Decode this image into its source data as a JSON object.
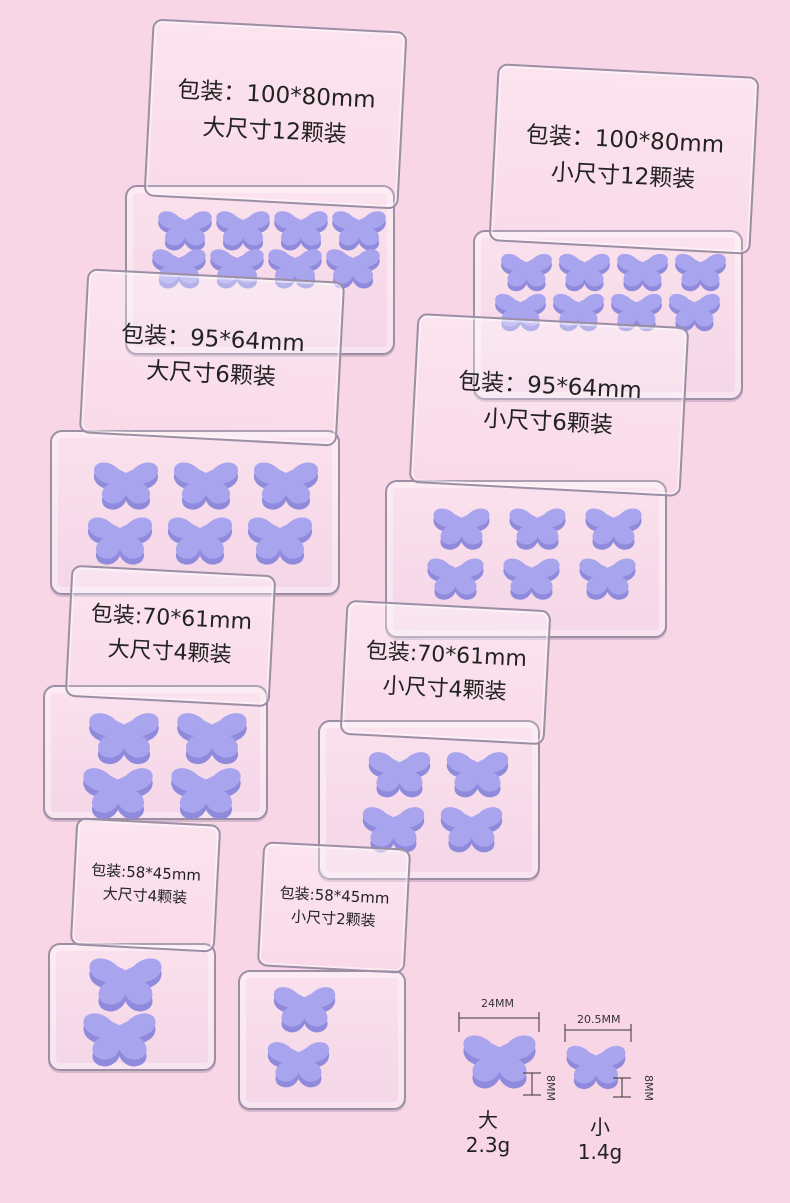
{
  "colors": {
    "background": "#f9d6e6",
    "butterfly": "#a9a4ee",
    "butterfly_shade": "#8f8adc",
    "case_edge": "#9c8fa4"
  },
  "packages": [
    {
      "id": "lg12",
      "line1": "包装：100*80mm",
      "line2": "大尺寸12颗装"
    },
    {
      "id": "sm12",
      "line1": "包装：100*80mm",
      "line2": "小尺寸12颗装"
    },
    {
      "id": "lg6",
      "line1": "包装：95*64mm",
      "line2": "大尺寸6颗装"
    },
    {
      "id": "sm6",
      "line1": "包装：95*64mm",
      "line2": "小尺寸6颗装"
    },
    {
      "id": "lg4",
      "line1": "包装:70*61mm",
      "line2": "大尺寸4颗装"
    },
    {
      "id": "sm4",
      "line1": "包装:70*61mm",
      "line2": "小尺寸4颗装"
    },
    {
      "id": "lg4s",
      "line1": "包装:58*45mm",
      "line2": "大尺寸4颗装"
    },
    {
      "id": "sm2",
      "line1": "包装:58*45mm",
      "line2": "小尺寸2颗装"
    }
  ],
  "size_chart": {
    "large": {
      "width_label": "24MM",
      "height_label": "8MM",
      "name": "大",
      "weight": "2.3g"
    },
    "small": {
      "width_label": "20.5MM",
      "height_label": "8MM",
      "name": "小",
      "weight": "1.4g"
    }
  }
}
